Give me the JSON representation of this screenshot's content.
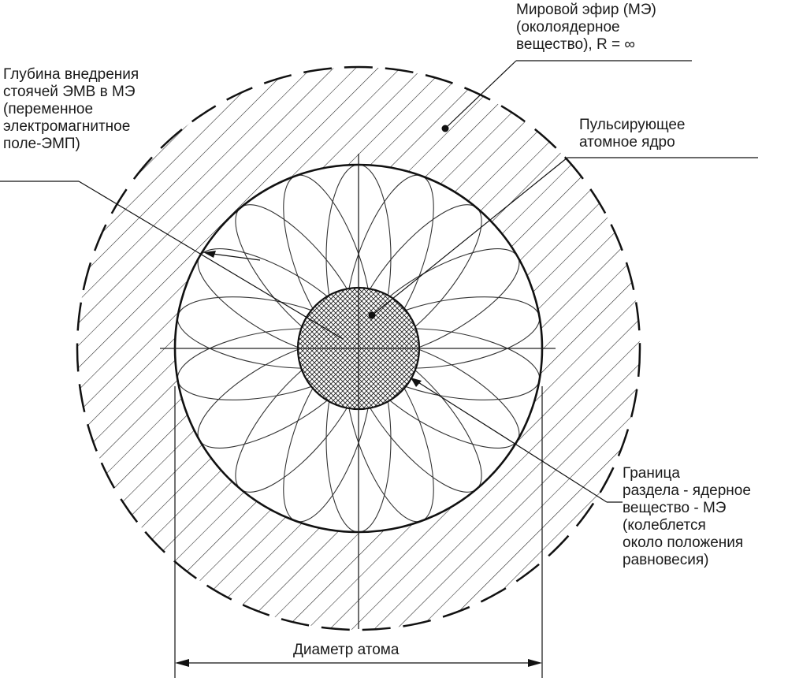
{
  "labels": {
    "world_ether": [
      "Мировой эфир (МЭ)",
      "(околоядерное",
      "вещество),  R = ∞"
    ],
    "penetration_depth": [
      "Глубина внедрения",
      "стоячей ЭМВ в МЭ",
      "(переменное",
      "электромагнитное",
      "поле-ЭМП)"
    ],
    "pulsating_nucleus": [
      "Пульсирующее",
      "атомное ядро"
    ],
    "boundary": [
      "Граница",
      "раздела - ядерное",
      "вещество - МЭ",
      "(колеблется",
      "около положения",
      "равновесия)"
    ],
    "atom_diameter": "Диаметр атома"
  }
}
